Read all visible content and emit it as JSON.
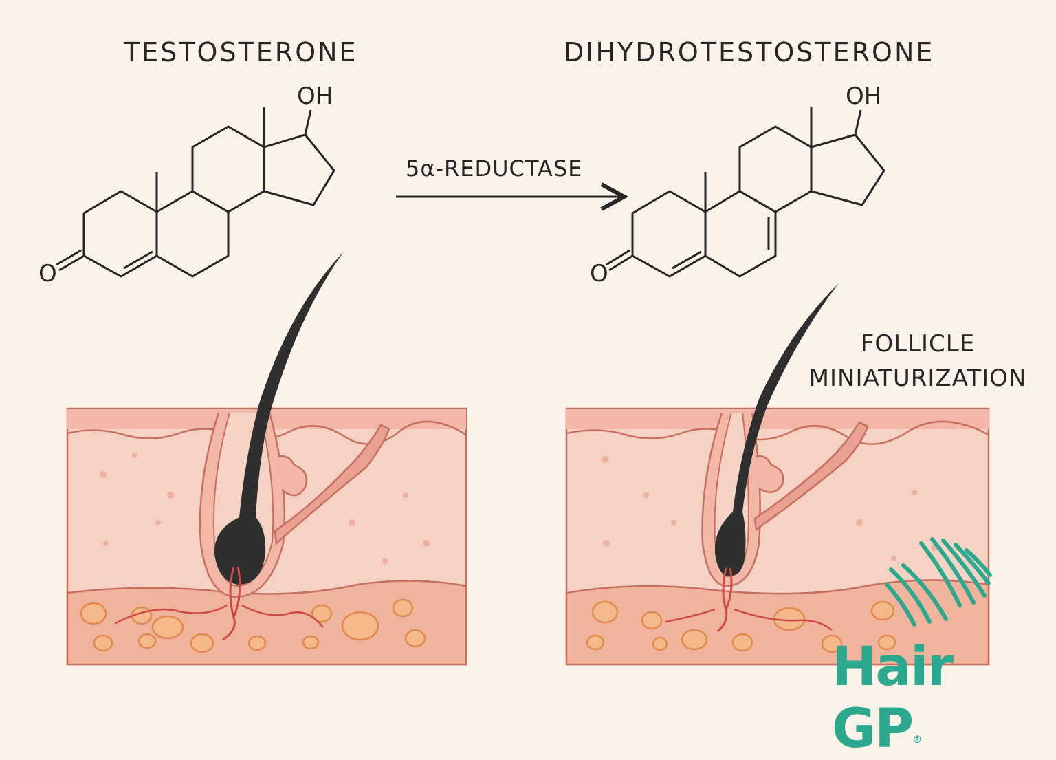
{
  "left_panel": {
    "title": "TESTOSTERONE",
    "hydroxyl": "OH",
    "oxygen": "O"
  },
  "reaction": {
    "enzyme": "5α-REDUCTASE"
  },
  "right_panel": {
    "title": "DIHYDROTESTOSTERONE",
    "hydroxyl": "OH",
    "oxygen": "O",
    "caption_line1": "FOLLICLE",
    "caption_line2": "MINIATURIZATION"
  },
  "logo": {
    "text": "Hair GP",
    "mark": "®"
  },
  "colors": {
    "background": "#fbf3ea",
    "ink": "#262626",
    "skin_light": "#f6d2c4",
    "skin_mid": "#eeb6a6",
    "skin_outline": "#c66f5f",
    "fat_fill": "#f4b98a",
    "hair": "#2f2f2f",
    "vessel": "#cf4a44",
    "brand": "#2aa98f"
  }
}
